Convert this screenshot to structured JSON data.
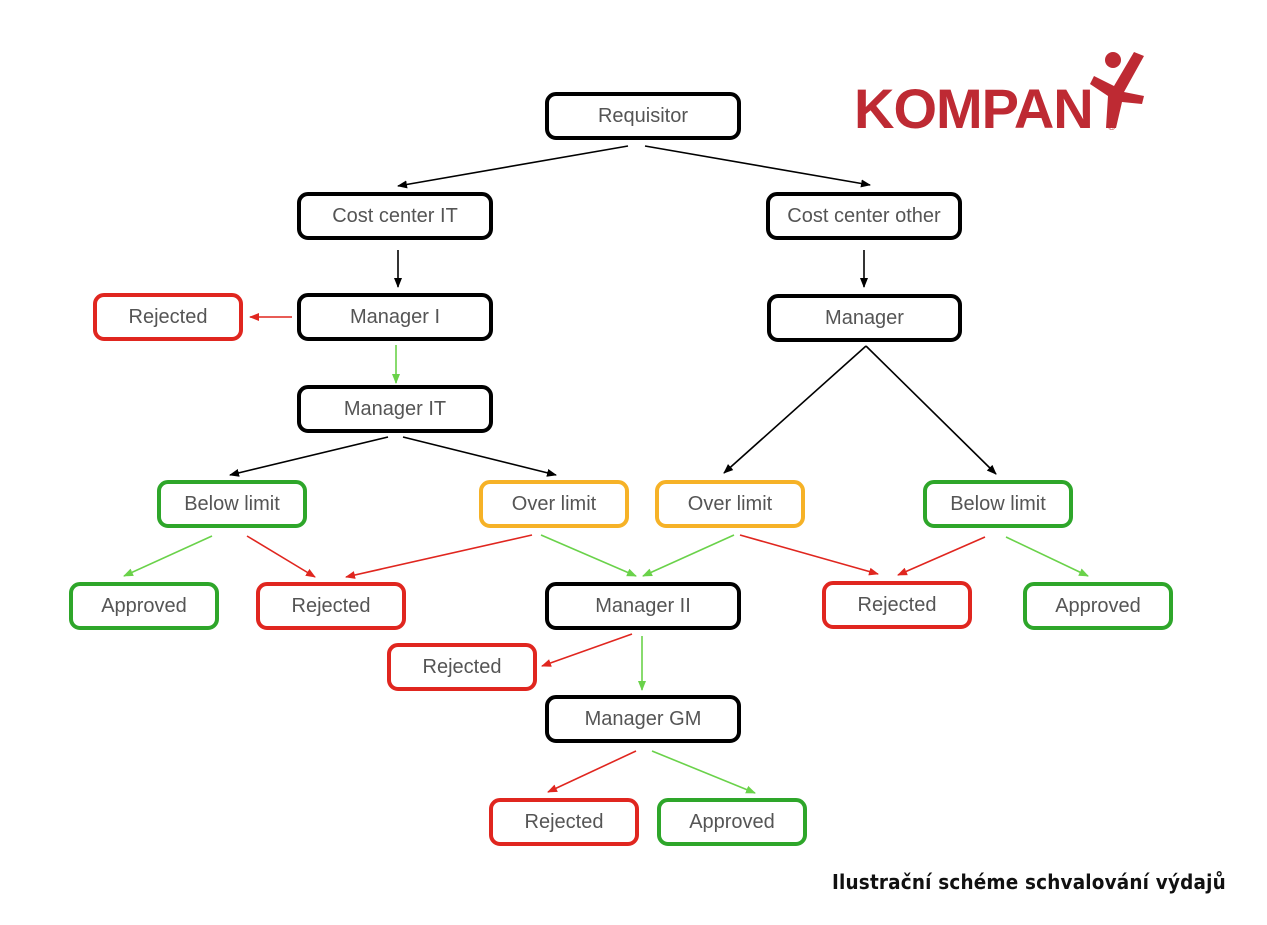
{
  "logo": {
    "text": "KOMPAN",
    "color": "#be2a33"
  },
  "caption": "Ilustrační schéme schvalování výdajů",
  "colors": {
    "black": "#000000",
    "red": "#e0261f",
    "green": "#2ea62a",
    "green_arrow": "#6ad24a",
    "orange": "#f6b227"
  },
  "nodes": {
    "requisitor": "Requisitor",
    "cost_center_it": "Cost center IT",
    "cost_center_other": "Cost center other",
    "manager_i": "Manager I",
    "rejected_manager_i": "Rejected",
    "manager": "Manager",
    "manager_it": "Manager IT",
    "below_limit_it": "Below limit",
    "over_limit_it": "Over limit",
    "over_limit_other": "Over limit",
    "below_limit_other": "Below limit",
    "approved_it": "Approved",
    "rejected_it": "Rejected",
    "manager_ii": "Manager II",
    "rejected_other": "Rejected",
    "approved_other": "Approved",
    "rejected_manager_ii": "Rejected",
    "manager_gm": "Manager GM",
    "rejected_gm": "Rejected",
    "approved_gm": "Approved"
  }
}
